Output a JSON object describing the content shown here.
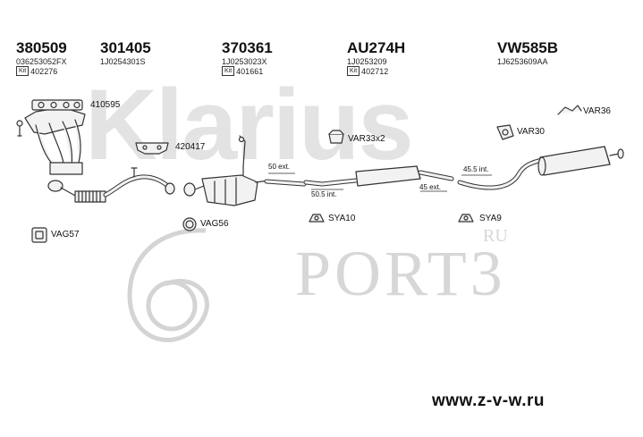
{
  "headers": [
    {
      "code": "380509",
      "sub": "036253052FX",
      "kit": "Kit",
      "kit_no": "402276"
    },
    {
      "code": "301405",
      "sub": "1J0254301S"
    },
    {
      "code": "370361",
      "sub": "1J0253023X",
      "kit": "Kit",
      "kit_no": "401661"
    },
    {
      "code": "AU274H",
      "sub": "1J0253209",
      "kit": "Kit",
      "kit_no": "402712"
    },
    {
      "code": "VW585B",
      "sub": "1J6253609AA"
    }
  ],
  "parts": {
    "p410595": "410595",
    "p420417": "420417",
    "var33": "VAR33x2",
    "var30": "VAR30",
    "var36": "VAR36",
    "vag57": "VAG57",
    "vag56": "VAG56",
    "sya10": "SYA10",
    "sya9": "SYA9"
  },
  "dims": {
    "d50ext": "50 ext.",
    "d505int": "50.5 int.",
    "d455int": "45.5 int.",
    "d45ext": "45 ext."
  },
  "watermark": {
    "brand": "Klarius",
    "sport": "PORT3",
    "ru": "RU"
  },
  "footer": {
    "url": "www.z-v-w.ru"
  },
  "colors": {
    "line": "#333333",
    "watermark": "#d9d9d9",
    "fill": "#f2f2f2"
  }
}
